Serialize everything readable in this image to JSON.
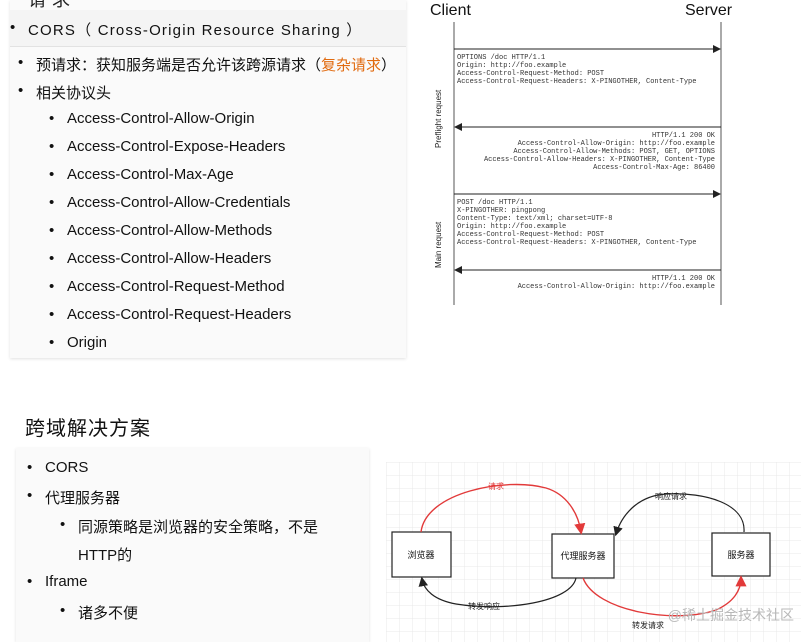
{
  "cors_card": {
    "clipped_title": "请求",
    "cors_label": "CORS（ Cross-Origin Resource Sharing ）",
    "preflight_prefix": "预请求：获知服务端是否允许该跨源请求（",
    "preflight_accent": "复杂请求",
    "preflight_suffix": "）",
    "headers_title": "相关协议头",
    "headers": [
      "Access-Control-Allow-Origin",
      "Access-Control-Expose-Headers",
      "Access-Control-Max-Age",
      "Access-Control-Allow-Credentials",
      "Access-Control-Allow-Methods",
      "Access-Control-Allow-Headers",
      "Access-Control-Request-Method",
      "Access-Control-Request-Headers",
      "Origin"
    ]
  },
  "sequence": {
    "client": "Client",
    "server": "Server",
    "preflight_label": "Preflight request",
    "main_label": "Main request",
    "msg1": [
      "OPTIONS /doc HTTP/1.1",
      "Origin: http://foo.example",
      "Access-Control-Request-Method: POST",
      "Access-Control-Request-Headers: X-PINGOTHER, Content-Type"
    ],
    "msg2": [
      "HTTP/1.1 200 OK",
      "Access-Control-Allow-Origin: http://foo.example",
      "Access-Control-Allow-Methods: POST, GET, OPTIONS",
      "Access-Control-Allow-Headers: X-PINGOTHER, Content-Type",
      "Access-Control-Max-Age: 86400"
    ],
    "msg3": [
      "POST /doc HTTP/1.1",
      "X-PINGOTHER: pingpong",
      "Content-Type: text/xml; charset=UTF-8",
      "Origin: http://foo.example",
      "Access-Control-Request-Method: POST",
      "Access-Control-Request-Headers: X-PINGOTHER, Content-Type"
    ],
    "msg4": [
      "HTTP/1.1 200 OK",
      "Access-Control-Allow-Origin: http://foo.example"
    ]
  },
  "solutions": {
    "title": "跨域解决方案",
    "cors": "CORS",
    "proxy": "代理服务器",
    "proxy_note_1": "同源策略是浏览器的安全策略，不是",
    "proxy_note_2": "HTTP的",
    "iframe": "Iframe",
    "iframe_note": "诸多不便"
  },
  "proxy_diagram": {
    "browser": "浏览器",
    "proxy": "代理服务器",
    "server": "服务器",
    "request": "请求",
    "response_request": "响应请求",
    "forward_response": "转发响应",
    "forward_request": "转发请求",
    "watermark": "@稀土掘金技术社区",
    "colors": {
      "red": "#e23a3a",
      "dark": "#222222",
      "grid": "#e9e9e9"
    }
  }
}
